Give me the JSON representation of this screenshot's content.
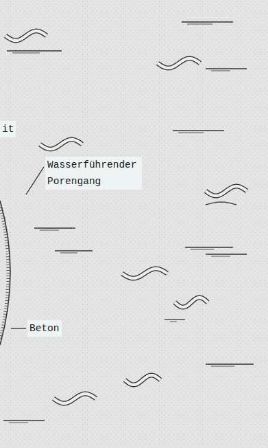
{
  "diagram": {
    "labels": [
      "it",
      "Wasserführender Porengang",
      "Beton"
    ]
  }
}
